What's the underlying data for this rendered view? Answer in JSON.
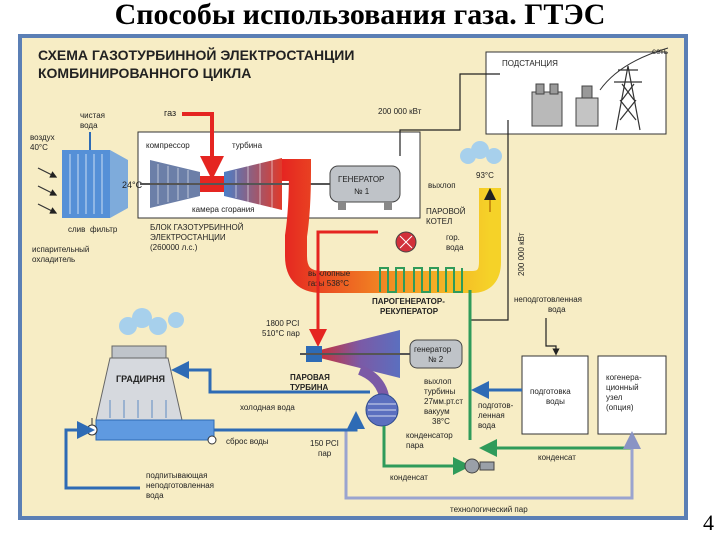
{
  "slide": {
    "title": "Способы использования газа. ГТЭС",
    "page_number": "4"
  },
  "diagram": {
    "heading_line1": "СХЕМА ГАЗОТУРБИННОЙ ЭЛЕКТРОСТАНЦИИ",
    "heading_line2": "КОМБИНИРОВАННОГО ЦИКЛА",
    "labels": {
      "air": "воздух",
      "air_temp": "40°C",
      "clean_water_1": "чистая",
      "clean_water_2": "вода",
      "gas": "газ",
      "compressor": "компрессор",
      "turbine": "турбина",
      "generator1_1": "ГЕНЕРАТОР",
      "generator1_2": "№ 1",
      "combustion": "камера сгорания",
      "temp24": "24°C",
      "drain": "слив",
      "filter": "фильтр",
      "evap_1": "испарительный",
      "evap_2": "охладитель",
      "gt_block_1": "БЛОК ГАЗОТУРБИННОЙ",
      "gt_block_2": "ЭЛЕКТРОСТАНЦИИ",
      "gt_block_3": "(260000 л.с.)",
      "power_200": "200 000 кВт",
      "power_200_v": "200 000 кВт",
      "substation": "ПОДСТАНЦИЯ",
      "grid": "сеть",
      "exhaust": "выхлоп",
      "temp93": "93°C",
      "steam_boiler_1": "ПАРОВОЙ",
      "steam_boiler_2": "КОТЕЛ",
      "hot_water_1": "гор.",
      "hot_water_2": "вода",
      "exhaust_gases_1": "выхлопные",
      "exhaust_gases_2": "газы 538°C",
      "hrsg_1": "ПАРОГЕНЕРАТОР-",
      "hrsg_2": "РЕКУПЕРАТОР",
      "untreated_1": "неподготовленная",
      "untreated_2": "вода",
      "steam1800_1": "1800 PCI",
      "steam1800_2": "510°C пар",
      "steam_turbine_1": "ПАРОВАЯ",
      "steam_turbine_2": "ТУРБИНА",
      "generator2_1": "генератор",
      "generator2_2": "№ 2",
      "turb_exhaust_1": "выхлоп",
      "turb_exhaust_2": "турбины",
      "turb_exhaust_3": "27мм.рт.ст",
      "turb_exhaust_4": "вакуум",
      "turb_exhaust_5": "38°C",
      "water_prep_1": "подготовка",
      "water_prep_2": "воды",
      "cogen_1": "когенера-",
      "cogen_2": "ционный",
      "cogen_3": "узел",
      "cogen_4": "(опция)",
      "cooling_tower": "ГРАДИРНЯ",
      "cold_water": "холодная вода",
      "prepared_1": "подготов-",
      "prepared_2": "ленная",
      "prepared_3": "вода",
      "water_discharge": "сброс воды",
      "steam150_1": "150 PCI",
      "steam150_2": "пар",
      "condenser_1": "конденсатор",
      "condenser_2": "пара",
      "condensate": "конденсат",
      "condensate2": "конденсат",
      "makeup_1": "подпитывающая",
      "makeup_2": "неподготовленная",
      "makeup_3": "вода",
      "process_steam": "технологический пар"
    },
    "colors": {
      "frame": "#5b7fb5",
      "background": "#f7edc5",
      "hot_pipe": "#e52521",
      "mid_pipe": "#f39323",
      "exhaust_pipe": "#f5d228",
      "cool_pipe": "#2e6bb5",
      "green_pipe": "#2f9b5a",
      "steam_pipe": "#9aa4cf",
      "turbine_purple": "#7b5aa6"
    }
  }
}
